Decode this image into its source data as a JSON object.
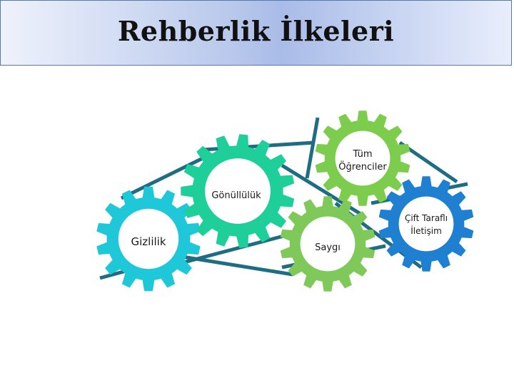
{
  "title": "Rehberlik İlkeleri",
  "gears": [
    {
      "name": "gear-gizlilik",
      "label_lines": [
        "Gizlilik"
      ],
      "color": "#1ec8d8"
    },
    {
      "name": "gear-gonulluluk",
      "label_lines": [
        "Gönüllülük"
      ],
      "color": "#1fcf9a"
    },
    {
      "name": "gear-tum-ogrenciler",
      "label_lines": [
        "Tüm",
        "Öğrenciler"
      ],
      "color": "#7ccd4e"
    },
    {
      "name": "gear-saygi",
      "label_lines": [
        "Saygı"
      ],
      "color": "#7fc95a"
    },
    {
      "name": "gear-cift-tarafli-iletisim",
      "label_lines": [
        "Çift Taraflı",
        "İletişim"
      ],
      "color": "#1f7fd0"
    }
  ],
  "connector_color": "#1f6d83"
}
